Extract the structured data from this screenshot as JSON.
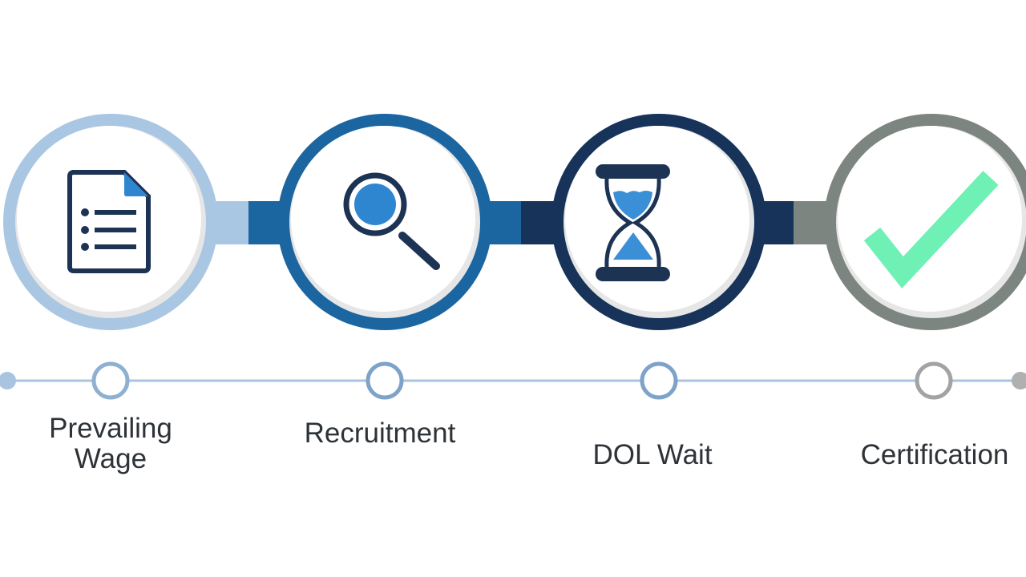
{
  "steps": [
    {
      "label": "Prevailing Wage",
      "label_lines": [
        "Prevailing",
        "Wage"
      ],
      "icon": "document-list-icon",
      "ring_color": "#a9c6e3"
    },
    {
      "label": "Recruitment",
      "icon": "magnifying-glass-icon",
      "ring_color": "#1b65a0"
    },
    {
      "label": "DOL Wait",
      "icon": "hourglass-icon",
      "ring_color": "#17335a"
    },
    {
      "label": "Certification",
      "icon": "checkmark-icon",
      "ring_color": "#7c8580"
    }
  ],
  "colors": {
    "timeline": "#a8c4e0",
    "icon_dark": "#1d3354",
    "icon_blue": "#3a8fd6",
    "check_green": "#6ff0b4",
    "text": "#2e3338"
  }
}
